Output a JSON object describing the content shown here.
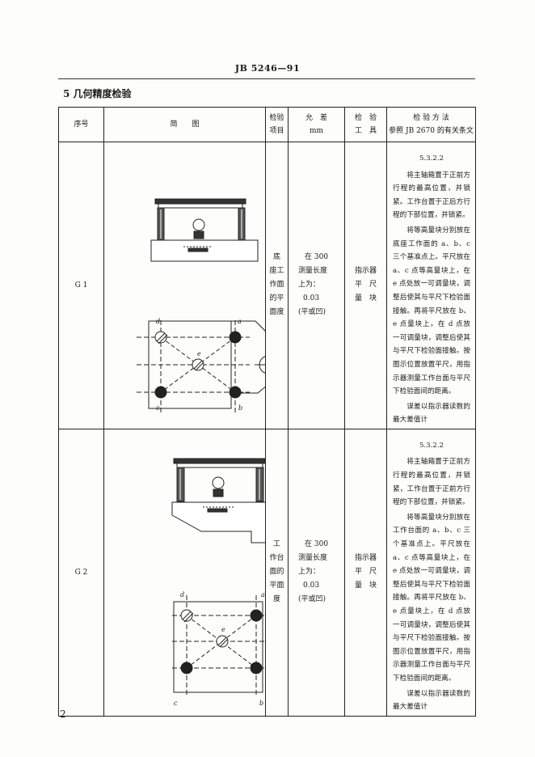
{
  "header": {
    "standard": "JB 5246—91"
  },
  "section_title": "5   几何精度检验",
  "table": {
    "headers": {
      "seq": "序号",
      "diagram": "简　　图",
      "item_l1": "检验",
      "item_l2": "项目",
      "tol_l1": "允　差",
      "tol_l2": "mm",
      "tool_l1": "检　验",
      "tool_l2": "工　具",
      "method_l1": "检 验 方 法",
      "method_l2": "参照 JB 2670 的有关条文"
    },
    "rows": [
      {
        "seq": "G 1",
        "item_lines": [
          "底",
          "座工",
          "作面",
          "的平",
          "面度"
        ],
        "tol_lines": [
          "在 300",
          "测量长度",
          "上为：",
          "0.03",
          "(平或凹)"
        ],
        "tool_lines": [
          "指示器",
          "平　尺",
          "量　块"
        ],
        "method_ref": "5.3.2.2",
        "method_paras": [
          "将主轴箱置于正前方行程的最高位置，并锁紧。工作台置于正后方行程的下部位置，并锁紧。",
          "将等高量块分别放在底座工作面的 a、b、c 三个基准点上。平尺放在 a、c 点等高量块上，在 e 点处放一可调量块，调整后使其与平尺下检验面接触。再将平尺放在 b、e 点量块上，在 d 点放一可调量块，调整后使其与平尺下检验面接触。按图示位置放置平尺，用指示器测量工作台面与平尺下检验面间的距离。",
          "误差以指示器读数的最大差值计"
        ],
        "diagram_labels": {
          "a": "a",
          "b": "b",
          "c": "c",
          "d": "d",
          "e": "e"
        }
      },
      {
        "seq": "G 2",
        "item_lines": [
          "工",
          "作台",
          "面的",
          "平面",
          "度"
        ],
        "tol_lines": [
          "在 300",
          "测量长度",
          "上为：",
          "0.03",
          "(平或凹)"
        ],
        "tool_lines": [
          "指示器",
          "平　尺",
          "量　块"
        ],
        "method_ref": "5.3.2.2",
        "method_paras": [
          "将主轴箱置于正前方行程的最高位置，并锁紧，工作台置于正前方行程的下部位置，并锁紧。",
          "将等高量块分别放在工作台面的 a、b、c 三个基准点上。平尺放在 a、c 点等高量块上，在 e 点处放一可调量块，调整后使其与平尺下检验面接触。再将平尺放在 b、e 点量块上，在 d 点放一可调量块，调整后使其与平尺下检验面接触。按图示位置放置平尺，用指示器测量工作台面与平尺下检验面间的距离。",
          "误差以指示器读数的最大差值计"
        ],
        "diagram_labels": {
          "a": "a",
          "b": "b",
          "c": "c",
          "d": "d",
          "e": "e"
        }
      }
    ]
  },
  "page_number": "2"
}
